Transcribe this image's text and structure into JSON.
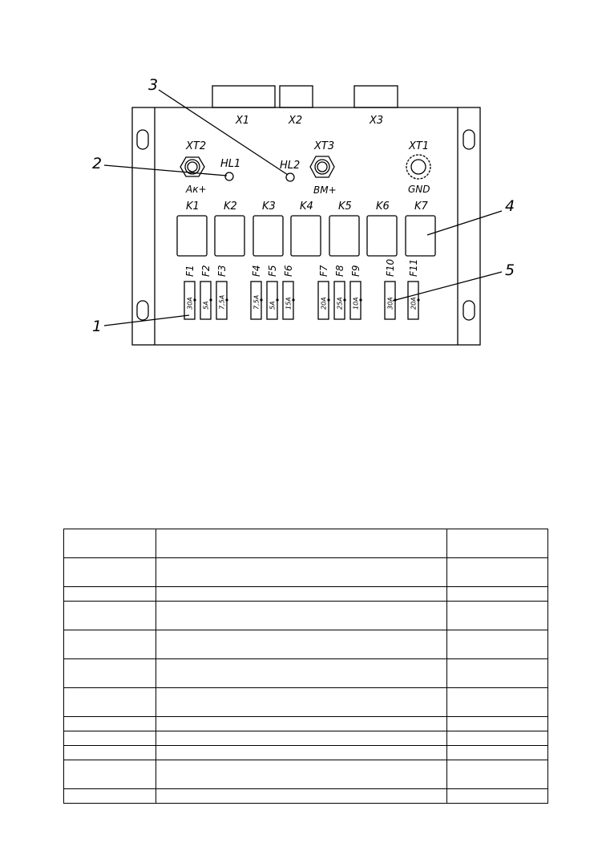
{
  "connectors": [
    "X1",
    "X2",
    "X3"
  ],
  "terminals": [
    {
      "name": "XT2",
      "caption": "Ак+"
    },
    {
      "name": "XT3",
      "caption": "ВМ+"
    },
    {
      "name": "XT1",
      "caption": "GND"
    }
  ],
  "lamps": [
    "HL1",
    "HL2"
  ],
  "relays": [
    "K1",
    "K2",
    "K3",
    "K4",
    "K5",
    "K6",
    "K7"
  ],
  "fuses": [
    {
      "name": "F1",
      "rating": "30A"
    },
    {
      "name": "F2",
      "rating": "5A"
    },
    {
      "name": "F3",
      "rating": "7,5A"
    },
    {
      "name": "F4",
      "rating": "7,5A"
    },
    {
      "name": "F5",
      "rating": "5A"
    },
    {
      "name": "F6",
      "rating": "15A"
    },
    {
      "name": "F7",
      "rating": "20A"
    },
    {
      "name": "F8",
      "rating": "25A"
    },
    {
      "name": "F9",
      "rating": "10A"
    },
    {
      "name": "F10",
      "rating": "30A"
    },
    {
      "name": "F11",
      "rating": "20A"
    }
  ],
  "callouts": [
    "1",
    "2",
    "3",
    "4",
    "5"
  ],
  "table": {
    "rows": [
      "",
      "",
      "",
      "",
      "",
      "",
      "",
      "",
      "",
      "",
      "",
      ""
    ]
  }
}
